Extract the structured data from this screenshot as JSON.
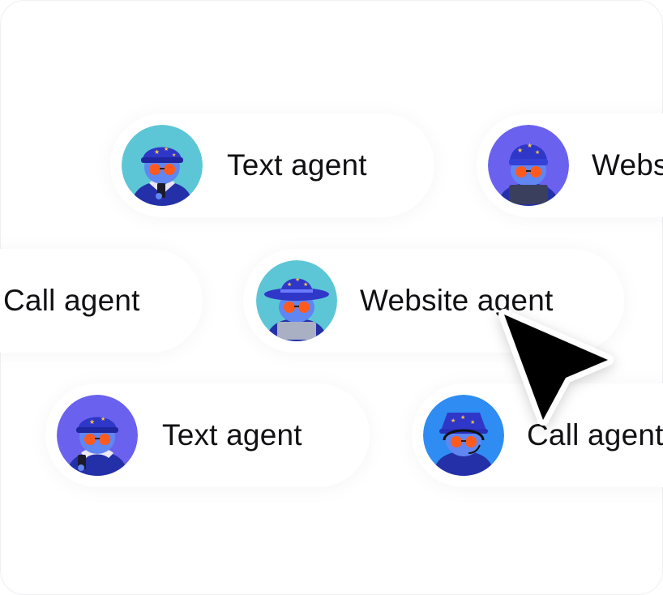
{
  "agents": [
    {
      "label": "Text agent",
      "avatar": "agent-avatar-cap",
      "bg": "#5cc6d6"
    },
    {
      "label": "Website agent",
      "avatar": "agent-avatar-beanie",
      "bg": "#6a62ee"
    },
    {
      "label": "Call agent",
      "avatar": null,
      "bg": null
    },
    {
      "label": "Website agent",
      "avatar": "agent-avatar-cowboy-hat",
      "bg": "#5cc6d6"
    },
    {
      "label": "Text agent",
      "avatar": "agent-avatar-cap",
      "bg": "#6a62ee"
    },
    {
      "label": "Call agent",
      "avatar": "agent-avatar-bucket-hat",
      "bg": "#2f8cf2"
    }
  ],
  "colors": {
    "hat": "#2f37c9",
    "jacket": "#2430a8",
    "skin": "#5f86f2",
    "lens": "#ff5a1e",
    "star": "#f7c948",
    "text": "#111114",
    "cursor": "#000000"
  },
  "cursor": {
    "icon": "arrow-pointer-icon"
  }
}
